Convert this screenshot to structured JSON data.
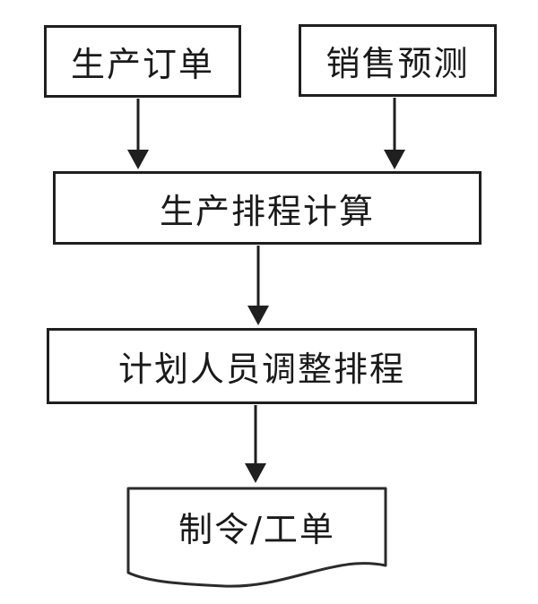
{
  "diagram": {
    "title": "production-scheduling-flowchart",
    "background_color": "#ffffff",
    "stroke_color": "#1f1f1f",
    "text_color": "#1a1a1a",
    "nodes": [
      {
        "id": "production-order",
        "label": "生产订单",
        "shape": "rectangle"
      },
      {
        "id": "sales-forecast",
        "label": "销售预测",
        "shape": "rectangle"
      },
      {
        "id": "scheduling-calculation",
        "label": "生产排程计算",
        "shape": "rectangle"
      },
      {
        "id": "planner-adjustment",
        "label": "计划人员调整排程",
        "shape": "rectangle"
      },
      {
        "id": "work-order",
        "label": "制令/工单",
        "shape": "document"
      }
    ],
    "edges": [
      {
        "from": "production-order",
        "to": "scheduling-calculation",
        "style": "arrow-down"
      },
      {
        "from": "sales-forecast",
        "to": "scheduling-calculation",
        "style": "arrow-down"
      },
      {
        "from": "scheduling-calculation",
        "to": "planner-adjustment",
        "style": "arrow-down"
      },
      {
        "from": "planner-adjustment",
        "to": "work-order",
        "style": "arrow-down"
      }
    ]
  }
}
